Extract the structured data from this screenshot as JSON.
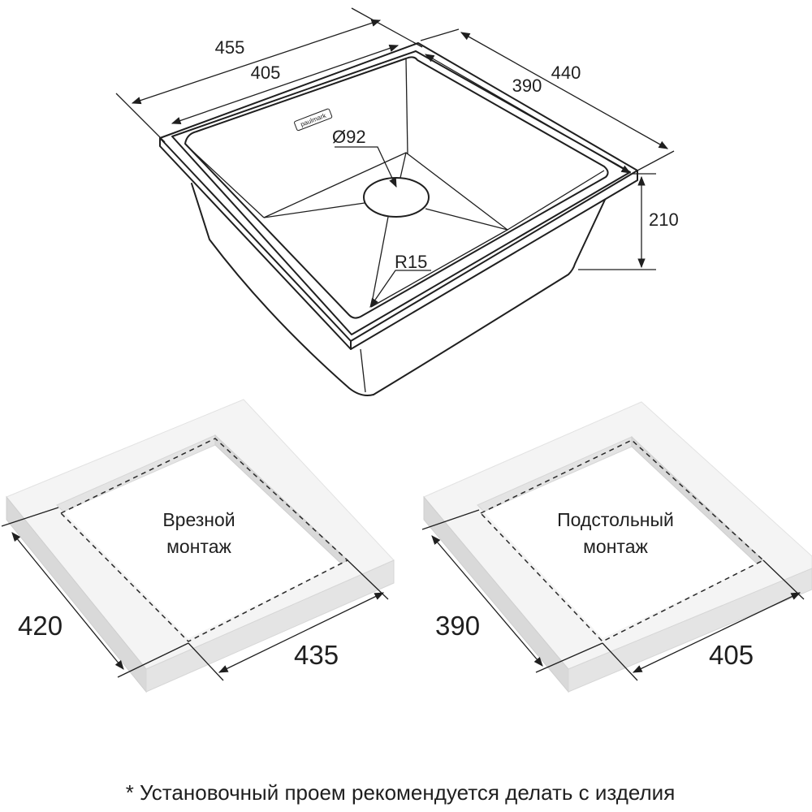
{
  "sink": {
    "brand": "paulmark",
    "dims": {
      "outer_width": "455",
      "inner_width": "405",
      "outer_depth": "440",
      "inner_depth": "390",
      "height": "210",
      "drain": "Ø92",
      "radius": "R15"
    }
  },
  "cutouts": [
    {
      "label_line1": "Врезной",
      "label_line2": "монтаж",
      "depth": "420",
      "width": "435"
    },
    {
      "label_line1": "Подстольный",
      "label_line2": "монтаж",
      "depth": "390",
      "width": "405"
    }
  ],
  "footnote": "* Установочный проем рекомендуется делать с изделия"
}
